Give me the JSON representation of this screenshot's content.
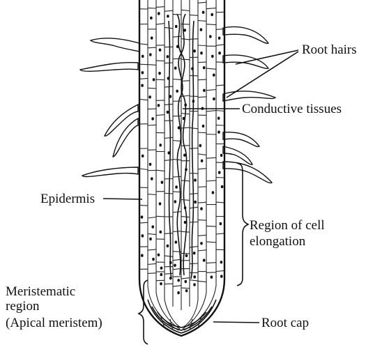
{
  "labels": {
    "root_hairs": "Root hairs",
    "conductive_tissues": "Conductive  tissues",
    "epidermis": "Epidermis",
    "elongation_line1": "Region of cell",
    "elongation_line2": "elongation",
    "meristem_line1": "Meristematic",
    "meristem_line2": "region",
    "meristem_line3": "(Apical meristem)",
    "root_cap": "Root cap"
  }
}
